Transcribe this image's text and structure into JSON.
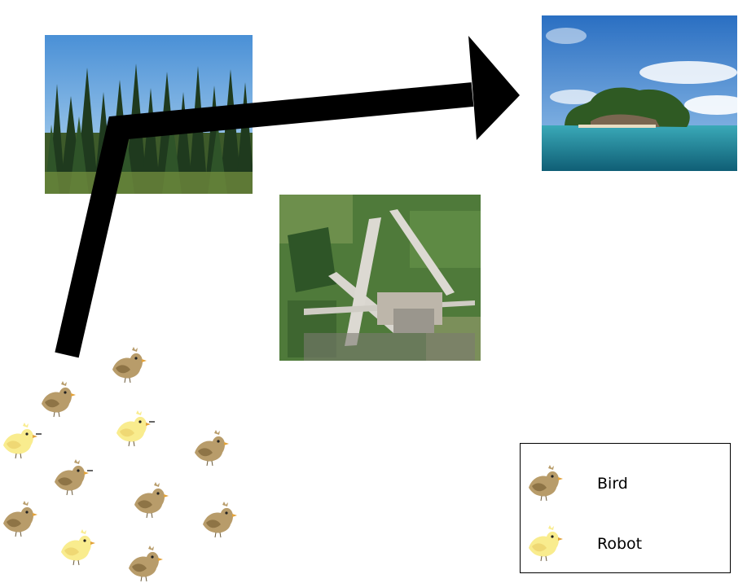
{
  "colors": {
    "bird_body": "#b89c6a",
    "bird_wing": "#8e7446",
    "robot_body": "#f9ec8e",
    "robot_wing": "#efd874",
    "beak": "#e2a23a",
    "arrow": "#000000"
  },
  "photos": [
    {
      "name": "photo-forest",
      "subject": "forest"
    },
    {
      "name": "photo-island",
      "subject": "island"
    },
    {
      "name": "photo-airport",
      "subject": "airport"
    }
  ],
  "flock": [
    {
      "kind": "bird"
    },
    {
      "kind": "bird"
    },
    {
      "kind": "robot"
    },
    {
      "kind": "robot"
    },
    {
      "kind": "bird"
    },
    {
      "kind": "bird"
    },
    {
      "kind": "bird"
    },
    {
      "kind": "bird"
    },
    {
      "kind": "bird"
    },
    {
      "kind": "robot"
    },
    {
      "kind": "bird"
    }
  ],
  "legend": {
    "items": [
      {
        "kind": "bird",
        "label": "Bird"
      },
      {
        "kind": "robot",
        "label": "Robot"
      }
    ]
  }
}
